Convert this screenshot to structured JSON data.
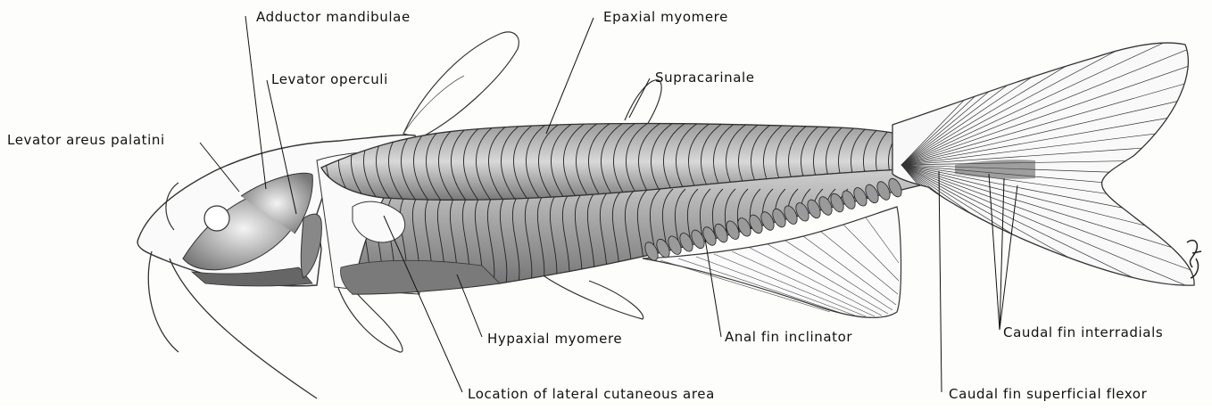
{
  "labels": {
    "adductor_mandibulae": "Adductor mandibulae",
    "levator_operculi": "Levator operculi",
    "levator_arcus_palatini": "Levator areus palatini",
    "epaxial_myomere": "Epaxial myomere",
    "supracarinale": "Supracarinale",
    "hypaxial_myomere": "Hypaxial myomere",
    "location_lateral_cutaneous_area": "Location of lateral cutaneous area",
    "anal_fin_inclinator": "Anal fin inclinator",
    "caudal_fin_interradials": "Caudal fin interradials",
    "caudal_fin_superficial_flexor": "Caudal fin superficial  flexor"
  },
  "colors": {
    "ink": "#111111",
    "muscle_shade": "#8a8a8a",
    "background": "#fdfdfb"
  }
}
